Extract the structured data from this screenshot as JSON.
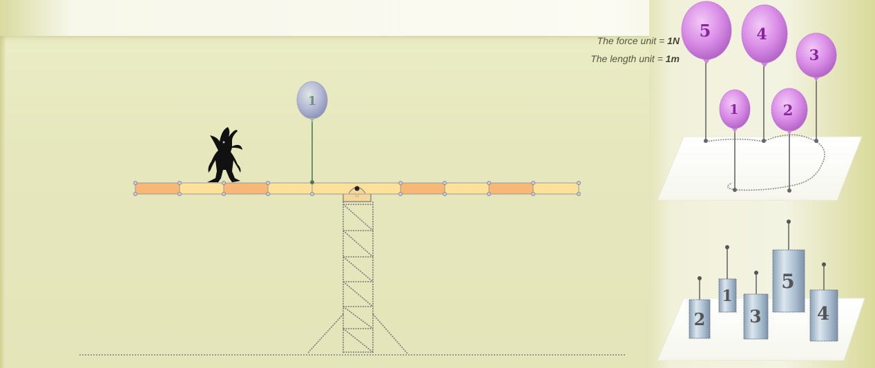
{
  "info": {
    "force_label": "The force unit = ",
    "force_value": "1N",
    "length_label": "The length unit = ",
    "length_value": "1m"
  },
  "lever": {
    "balloon_on_beam": "1"
  },
  "balloon_tray": {
    "balloons": [
      "5",
      "4",
      "3",
      "1",
      "2"
    ]
  },
  "weight_tray": {
    "weights": [
      "2",
      "1",
      "3",
      "5",
      "4"
    ]
  },
  "colors": {
    "beam_orange": "#f7b777",
    "beam_yellow": "#fbe19a",
    "balloon_purple": "#d98ce6",
    "balloon_gray": "#b3b8d6",
    "weight_steel": "#a9bed0"
  }
}
